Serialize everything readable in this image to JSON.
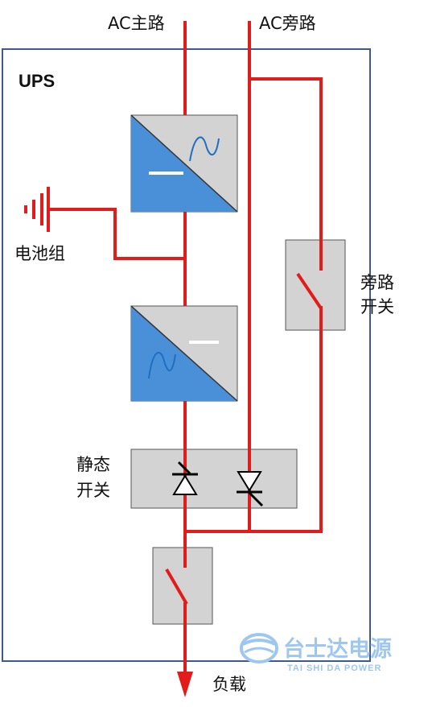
{
  "labels": {
    "ac_main": "AC主路",
    "ac_bypass": "AC旁路",
    "ups": "UPS",
    "battery": "电池组",
    "bypass_switch_line1": "旁路",
    "bypass_switch_line2": "开关",
    "static_switch_line1": "静态",
    "static_switch_line2": "开关",
    "load": "负载"
  },
  "watermark": {
    "name_cn": "台士达电源",
    "name_en": "TAI SHI DA POWER"
  },
  "colors": {
    "wire": "#e21b1b",
    "converter_fill": "#4a90d9",
    "box_gray": "#d3d3d3",
    "enclosure_border": "#3d5a8a",
    "watermark": "#9ec7ef"
  },
  "icons": {
    "converter_symbols": [
      "dc-line",
      "ac-wave"
    ],
    "static_switch": "thyristor-pair",
    "battery": "battery-icon",
    "switch": "switch-icon"
  }
}
